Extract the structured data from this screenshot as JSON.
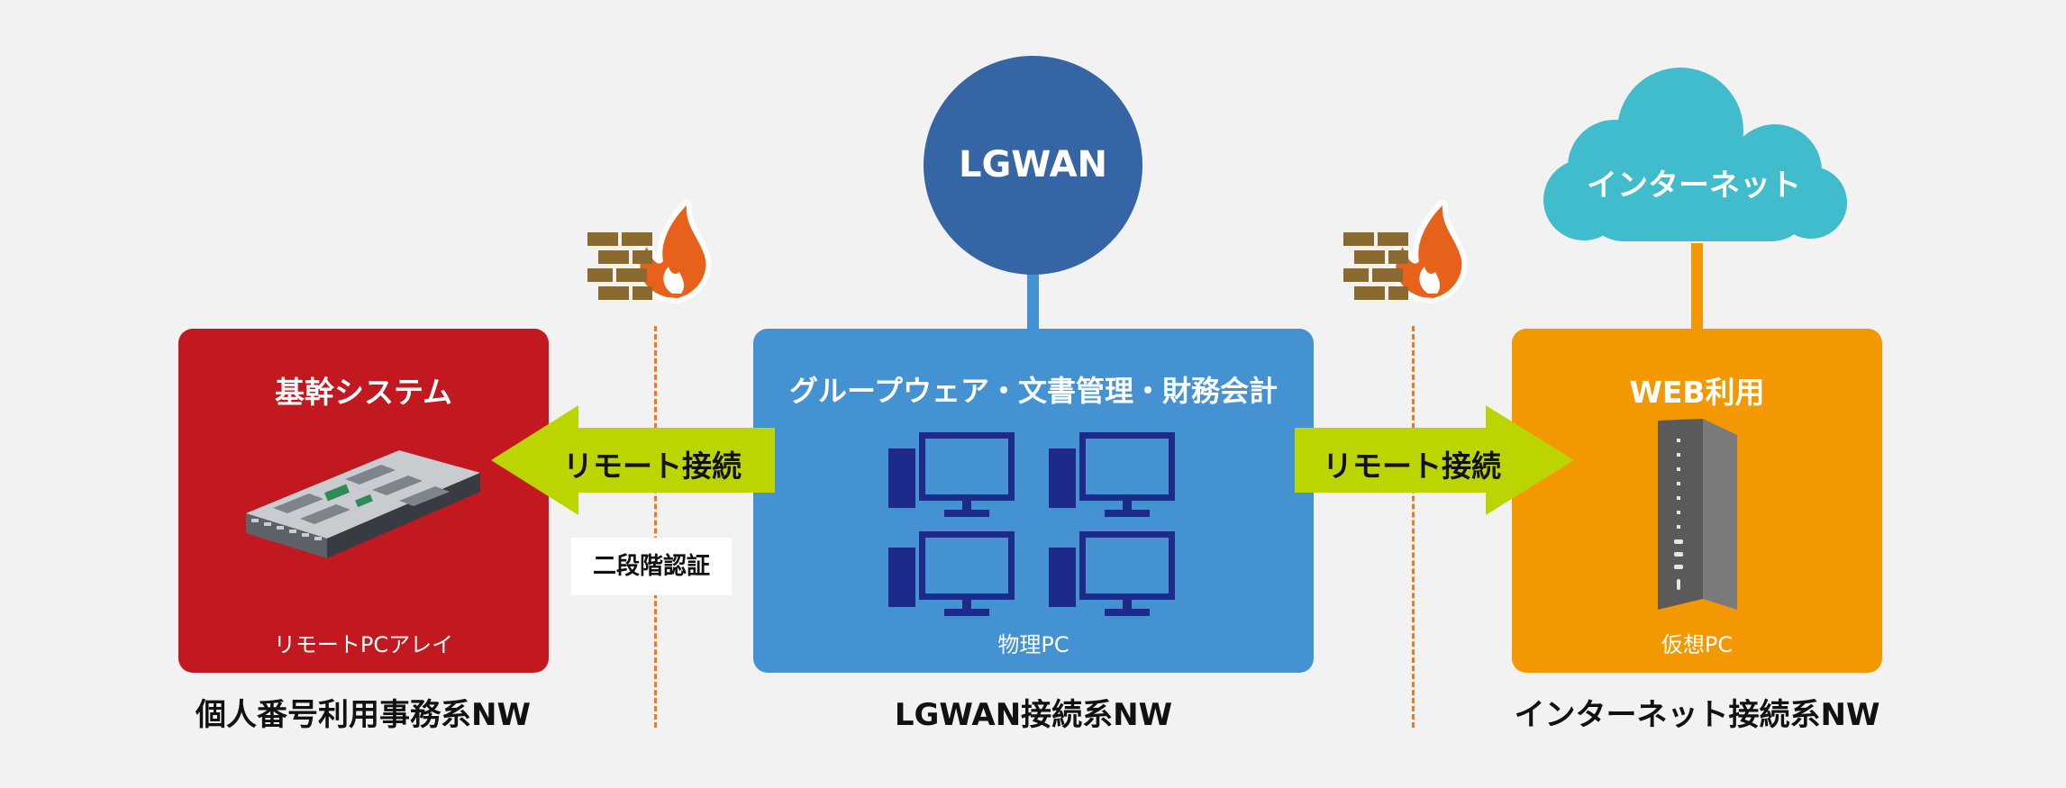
{
  "nodes": {
    "lgwan_circle": "LGWAN",
    "internet_cloud": "インターネット"
  },
  "boxes": {
    "core_system": {
      "title": "基幹システム",
      "subtitle": "リモートPCアレイ",
      "color": "#c1191f"
    },
    "groupware": {
      "title": "グループウェア・文書管理・財務会計",
      "subtitle": "物理PC",
      "color": "#4492d1"
    },
    "web_use": {
      "title": "WEB利用",
      "subtitle": "仮想PC",
      "color": "#f39800"
    }
  },
  "connections": {
    "left_arrow": "リモート接続",
    "right_arrow": "リモート接続",
    "auth": "二段階認証"
  },
  "zones": {
    "left": "個人番号利用事務系NW",
    "center": "LGWAN接続系NW",
    "right": "インターネット接続系NW"
  },
  "colors": {
    "arrow": "#bcd400",
    "firewall_dash": "#f07a1a",
    "lgwan_circle": "#3565a5",
    "cloud": "#40bccc",
    "monitor": "#1e2a8a"
  }
}
